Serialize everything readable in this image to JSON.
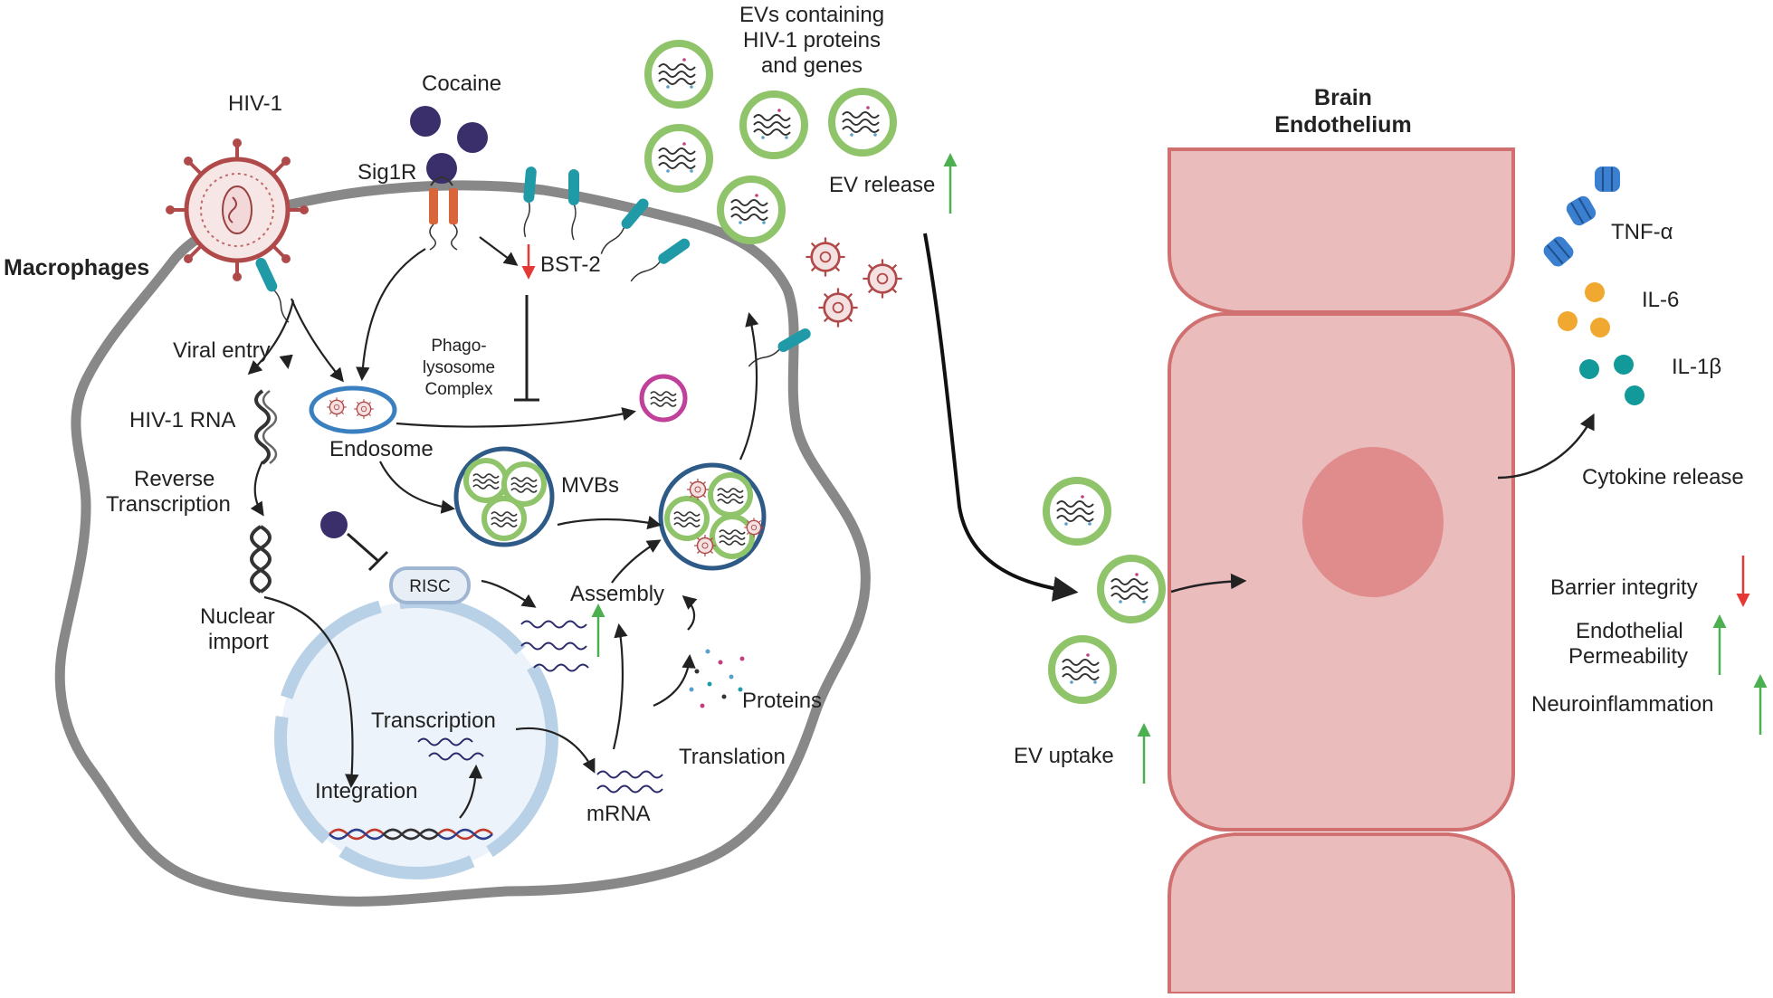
{
  "labels": {
    "macrophages": "Macrophages",
    "hiv1": "HIV-1",
    "cocaine": "Cocaine",
    "sig1r": "Sig1R",
    "bst2": "BST-2",
    "ev_title_1": "EVs containing",
    "ev_title_2": "HIV-1 proteins",
    "ev_title_3": "and genes",
    "ev_release": "EV release",
    "viral_entry": "Viral entry",
    "hiv1_rna": "HIV-1 RNA",
    "reverse_transcription_1": "Reverse",
    "reverse_transcription_2": "Transcription",
    "nuclear_import_1": "Nuclear",
    "nuclear_import_2": "import",
    "phagolysosome_1": "Phago-",
    "phagolysosome_2": "lysosome",
    "phagolysosome_3": "Complex",
    "endosome": "Endosome",
    "mvbs": "MVBs",
    "risc": "RISC",
    "assembly": "Assembly",
    "proteins": "Proteins",
    "transcription": "Transcription",
    "integration": "Integration",
    "mrna": "mRNA",
    "translation": "Translation",
    "brain_endothelium_1": "Brain",
    "brain_endothelium_2": "Endothelium",
    "tnf_alpha": "TNF-α",
    "il6": "IL-6",
    "il1b": "IL-1β",
    "cytokine_release": "Cytokine release",
    "ev_uptake": "EV uptake",
    "barrier_integrity": "Barrier integrity",
    "endothelial_permeability_1": "Endothelial",
    "endothelial_permeability_2": "Permeability",
    "neuroinflammation": "Neuroinflammation"
  },
  "colors": {
    "membrane": "#888888",
    "ev_ring": "#8fc46a",
    "mvb_ring": "#2e5a88",
    "endosome_ring": "#3a7fc0",
    "phagolysosome_ring": "#c0409a",
    "receptor_teal": "#1f9aa6",
    "sig1r_orange": "#d9653b",
    "cocaine_purple": "#3a2f6b",
    "virus_red": "#b04a4a",
    "endothelium_fill": "#ebbcbc",
    "endothelium_stroke": "#d07070",
    "nucleus_fill": "#e08c8c",
    "up_arrow": "#4caf50",
    "down_arrow": "#e53935",
    "tnf_blue": "#3a7fd0",
    "il6_orange": "#f0a830",
    "il1b_teal": "#129a9a"
  },
  "indicators": {
    "bst2": "down",
    "ev_release": "up",
    "assembly": "up",
    "ev_uptake": "up",
    "barrier_integrity": "down",
    "endothelial_permeability": "up",
    "neuroinflammation": "up"
  }
}
